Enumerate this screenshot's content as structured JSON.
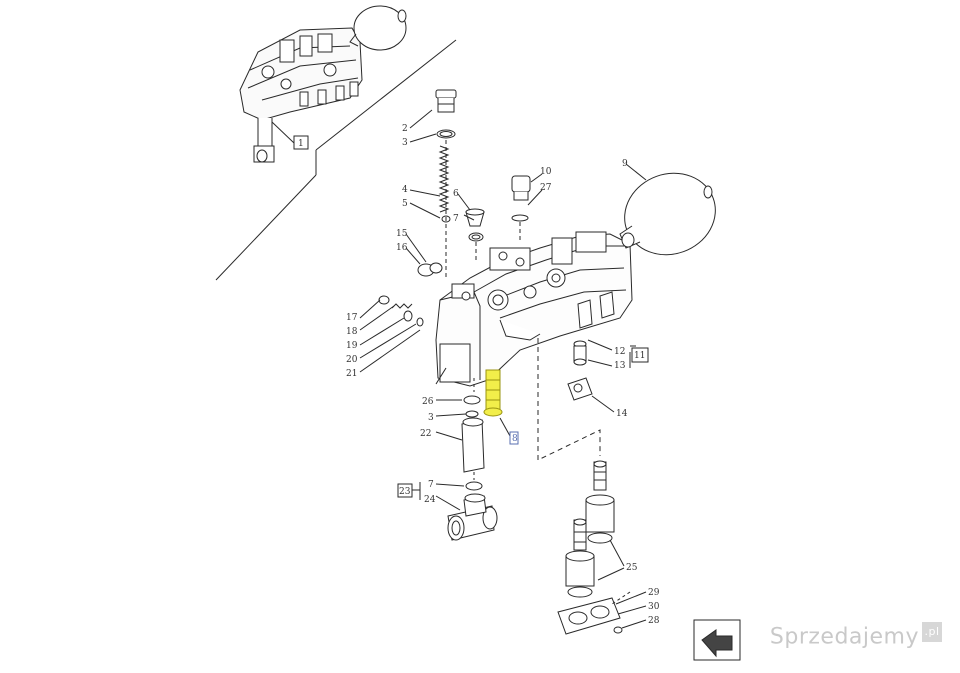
{
  "callouts": [
    {
      "id": "c1",
      "label": "1"
    },
    {
      "id": "c2",
      "label": "2"
    },
    {
      "id": "c3a",
      "label": "3"
    },
    {
      "id": "c3b",
      "label": "3"
    },
    {
      "id": "c4",
      "label": "4"
    },
    {
      "id": "c5",
      "label": "5"
    },
    {
      "id": "c6",
      "label": "6"
    },
    {
      "id": "c7a",
      "label": "7"
    },
    {
      "id": "c7b",
      "label": "7"
    },
    {
      "id": "c9",
      "label": "9"
    },
    {
      "id": "c10",
      "label": "10"
    },
    {
      "id": "c27",
      "label": "27"
    },
    {
      "id": "c15",
      "label": "15"
    },
    {
      "id": "c16",
      "label": "16"
    },
    {
      "id": "c17",
      "label": "17"
    },
    {
      "id": "c18",
      "label": "18"
    },
    {
      "id": "c19",
      "label": "19"
    },
    {
      "id": "c20",
      "label": "20"
    },
    {
      "id": "c21",
      "label": "21"
    },
    {
      "id": "c26",
      "label": "26"
    },
    {
      "id": "c22",
      "label": "22"
    },
    {
      "id": "c12",
      "label": "12"
    },
    {
      "id": "c13",
      "label": "13"
    },
    {
      "id": "c11",
      "label": "11"
    },
    {
      "id": "c14",
      "label": "14"
    },
    {
      "id": "c8",
      "label": "8"
    },
    {
      "id": "c23",
      "label": "23"
    },
    {
      "id": "c24",
      "label": "24"
    },
    {
      "id": "c25",
      "label": "25"
    },
    {
      "id": "c29",
      "label": "29"
    },
    {
      "id": "c30",
      "label": "30"
    },
    {
      "id": "c28",
      "label": "28"
    }
  ],
  "watermark": {
    "brand": "Sprzedajemy",
    "suffix": ".pl"
  },
  "colors": {
    "line": "#2a2a2a",
    "highlight": "#f2ee4a",
    "highlight_box": "#5a6fb0"
  }
}
